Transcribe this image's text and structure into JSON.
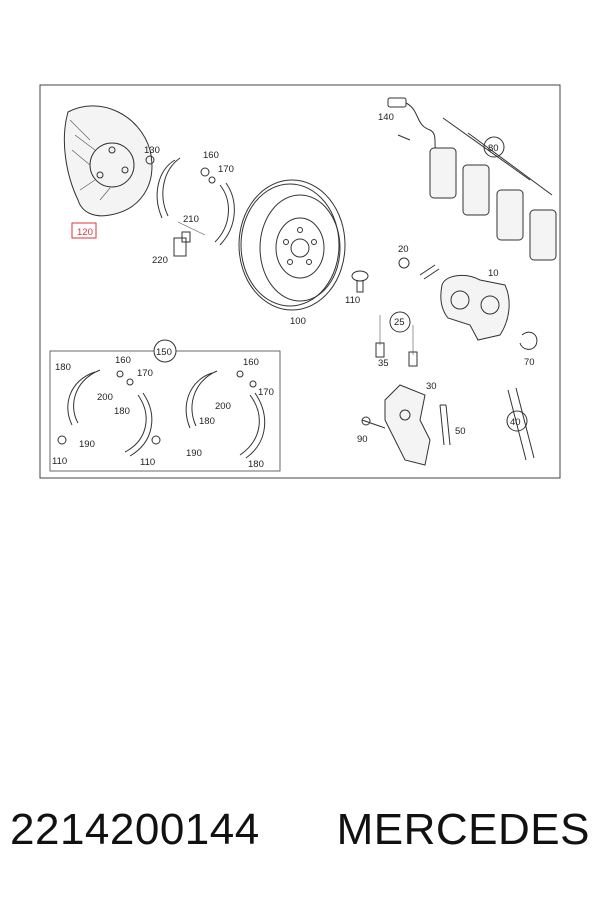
{
  "diagram": {
    "labels": {
      "p10": "10",
      "p20": "20",
      "p25": "25",
      "p30": "30",
      "p35": "35",
      "p40": "40",
      "p50": "50",
      "p70": "70",
      "p80": "80",
      "p90": "90",
      "p100": "100",
      "p110": "110",
      "p120": "120",
      "p130": "130",
      "p140": "140",
      "p150": "150",
      "p160": "160",
      "p170": "170",
      "p210": "210",
      "p220": "220",
      "k110a": "110",
      "k110b": "110",
      "k160a": "160",
      "k160b": "160",
      "k170a": "170",
      "k170b": "170",
      "k180a": "180",
      "k180b": "180",
      "k180c": "180",
      "k180d": "180",
      "k190a": "190",
      "k190b": "190",
      "k200a": "200",
      "k200b": "200"
    },
    "highlight_color": "#e0303a"
  },
  "caption": {
    "part_number": "2214200144",
    "brand": "MERCEDES"
  }
}
